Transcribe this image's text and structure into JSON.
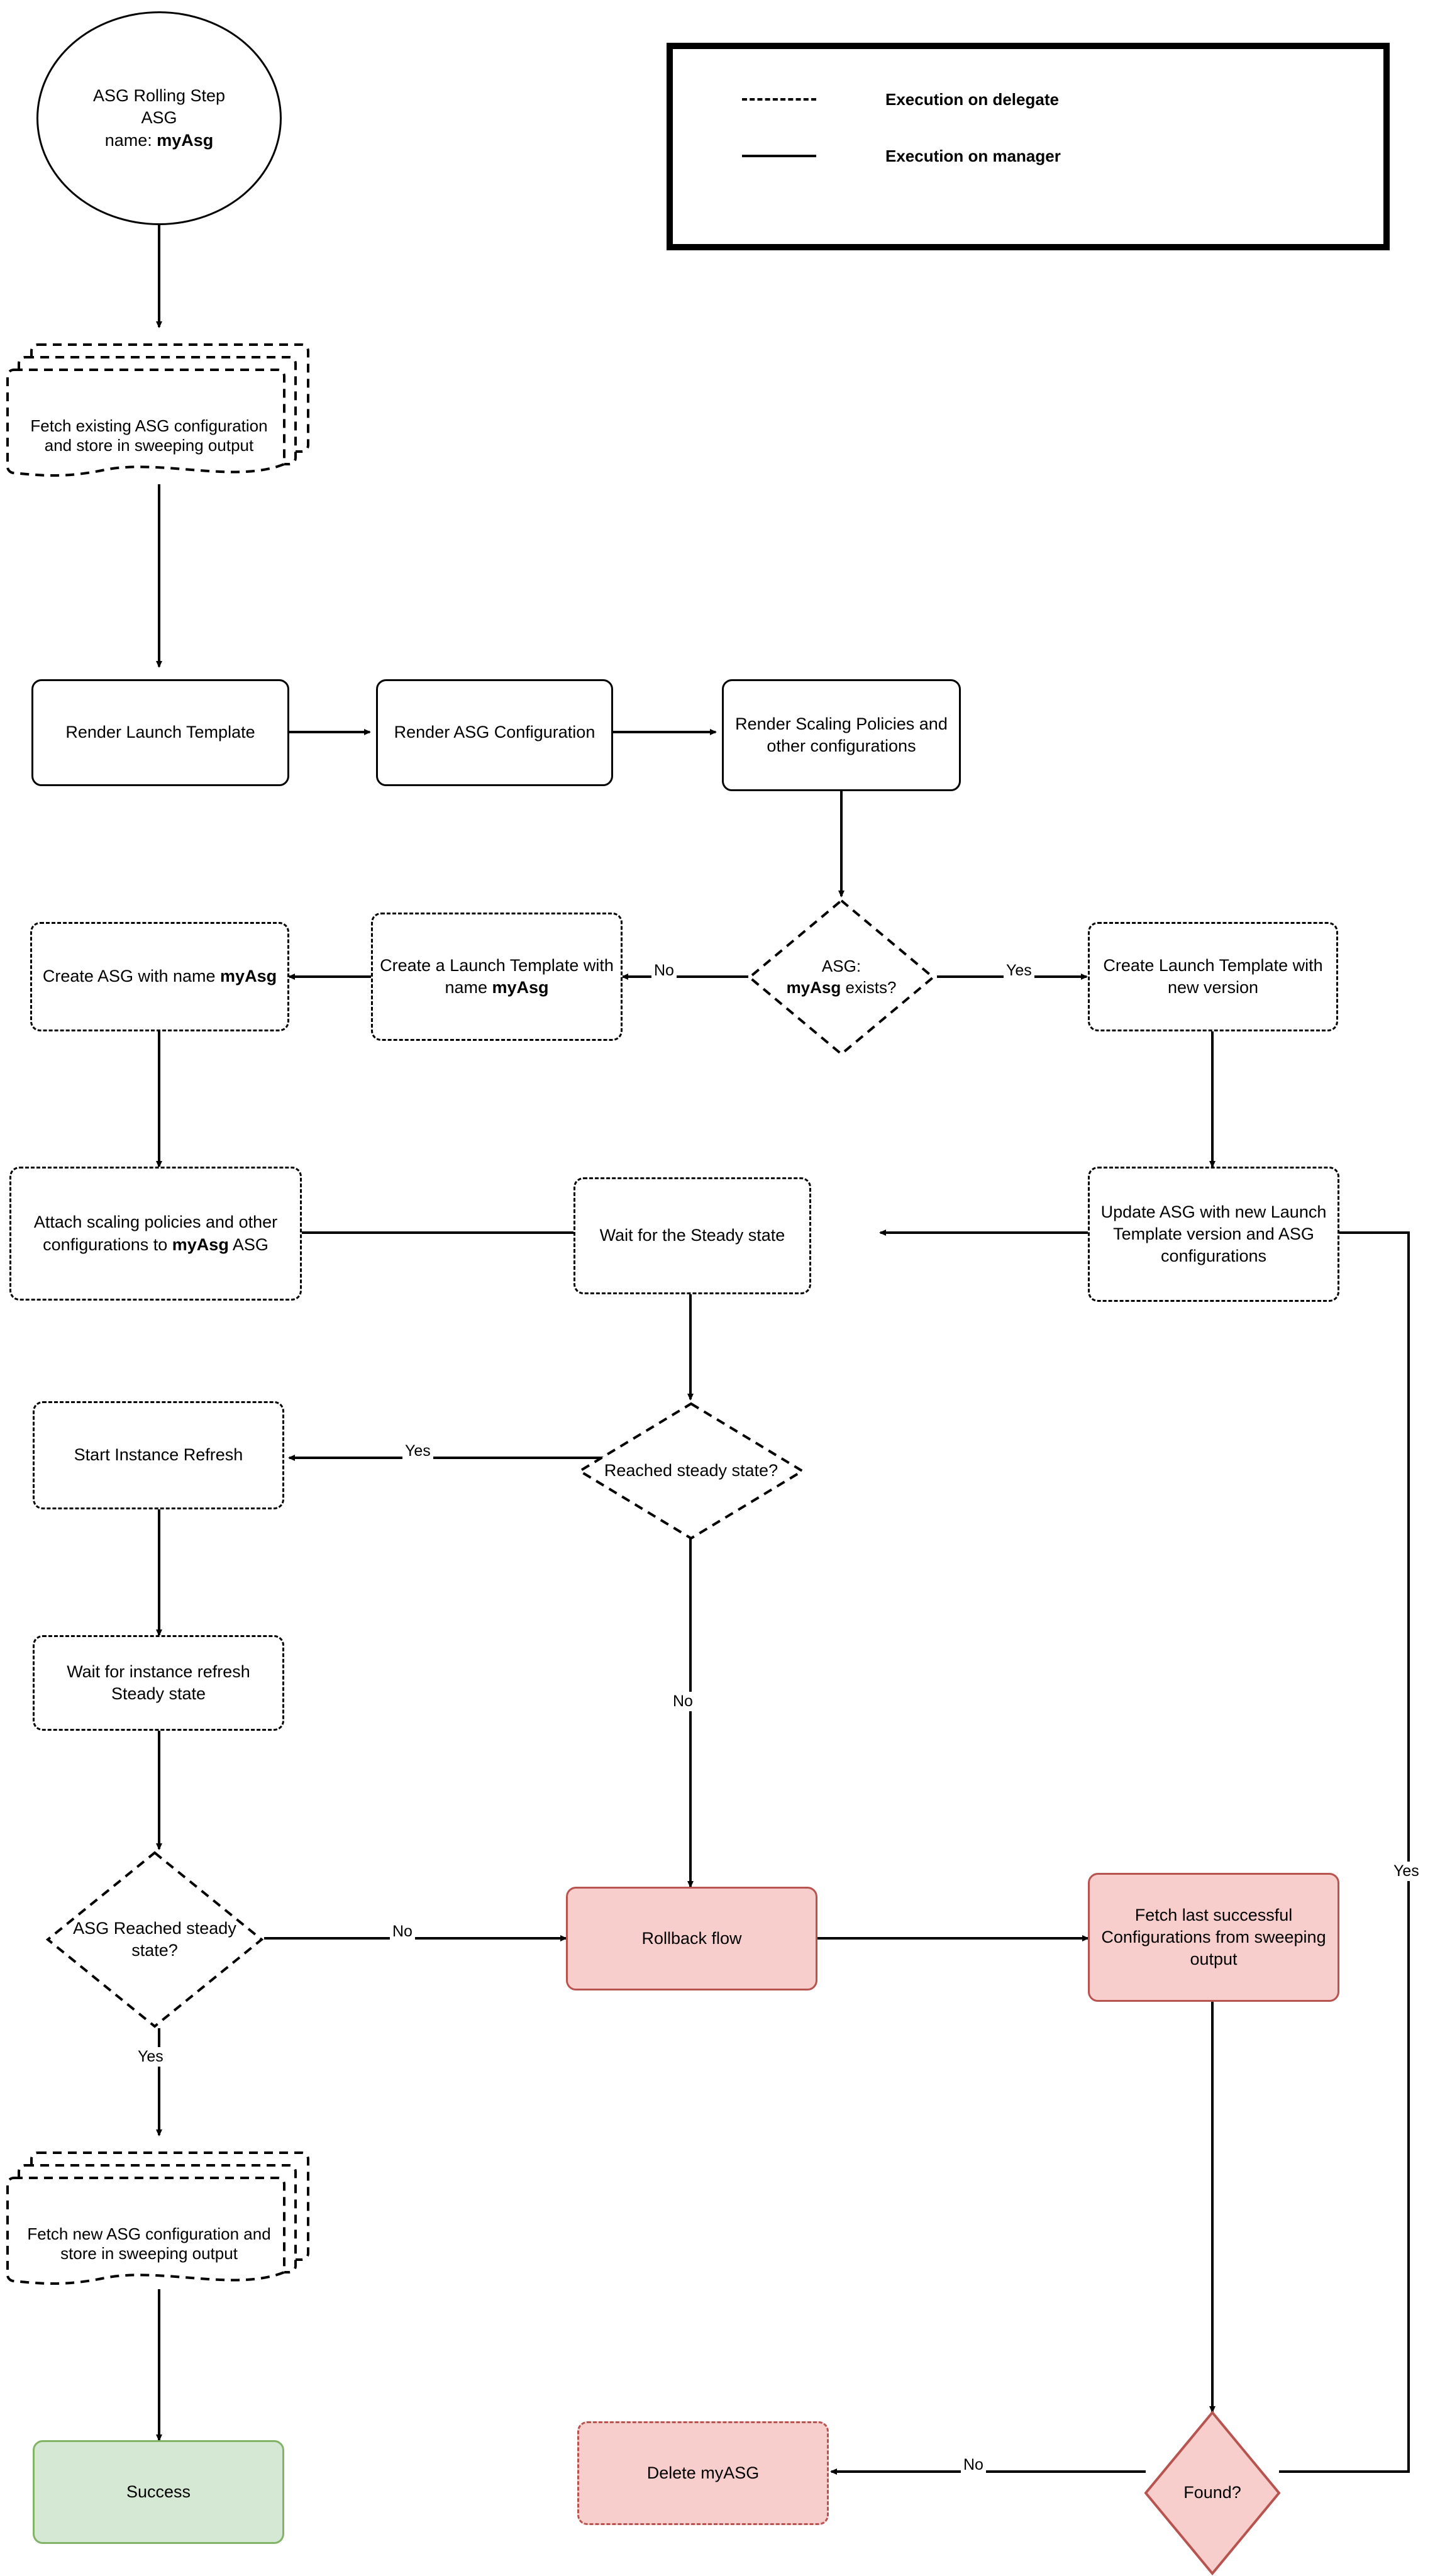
{
  "diagram": {
    "title_node": {
      "line1": "ASG Rolling Step",
      "line2": "ASG",
      "line3_prefix": "name: ",
      "line3_bold": "myAsg"
    },
    "legend": {
      "rows": [
        {
          "style": "dashed",
          "label": "Execution on delegate"
        },
        {
          "style": "solid",
          "label": "Execution on manager"
        }
      ]
    },
    "nodes": {
      "fetch_existing": "Fetch existing ASG configuration and store in sweeping output",
      "render_launch_template": "Render Launch Template",
      "render_asg_config": "Render ASG Configuration",
      "render_scaling_policies": "Render Scaling Policies and other configurations",
      "asg_exists_q_l1": "ASG:",
      "asg_exists_q_l2_bold": "myAsg",
      "asg_exists_q_l2_rest": " exists?",
      "create_asg_pre": "Create ASG with name ",
      "create_asg_bold": "myAsg",
      "create_lt_pre": "Create a Launch Template with name ",
      "create_lt_bold": "myAsg",
      "create_lt_new_version": "Create Launch Template with new version",
      "attach_policies_a": "Attach scaling policies and other configurations to ",
      "attach_policies_bold": "myAsg",
      "attach_policies_b": " ASG",
      "wait_steady": "Wait for the Steady state",
      "update_asg": "Update ASG with new Launch Template version and ASG configurations",
      "reached_steady_q": "Reached steady state?",
      "start_instance_refresh": "Start Instance Refresh",
      "wait_instance_refresh": "Wait for instance refresh Steady state",
      "asg_reached_steady_q": "ASG Reached steady state?",
      "rollback_flow": "Rollback flow",
      "fetch_last_successful": "Fetch last successful Configurations from sweeping output",
      "fetch_new_asg": "Fetch new ASG configuration and store in sweeping output",
      "success": "Success",
      "delete_myasg": "Delete myASG",
      "found_q": "Found?"
    },
    "edge_labels": {
      "no_to_create_lt": "No",
      "yes_to_create_lt_new": "Yes",
      "yes_to_instance_refresh": "Yes",
      "no_to_rollback_from_reached": "No",
      "no_to_rollback_from_asg_reached": "No",
      "yes_to_fetch_new_asg": "Yes",
      "yes_loop_back_to_update": "Yes",
      "no_to_delete": "No"
    },
    "colors": {
      "stroke": "#000000",
      "pink_fill": "#f8cecc",
      "pink_stroke": "#b85450",
      "green_fill": "#d5e8d4",
      "green_stroke": "#82b366",
      "canvas": "#ffffff"
    }
  }
}
